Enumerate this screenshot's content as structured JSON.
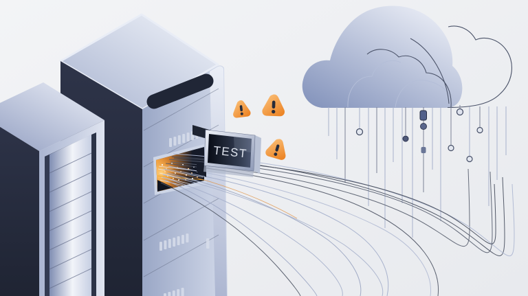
{
  "scene": {
    "title": "Isometric illustration of server towers sending test data through cables to a cloud",
    "screen_label": "TEST"
  },
  "icons": {
    "servers": "server-tower-icon",
    "cloud": "cloud-icon",
    "warnings": [
      "warning-triangle-icon",
      "warning-triangle-icon",
      "warning-triangle-icon"
    ],
    "port": "glowing-port-icon",
    "nodes": [
      "ring-node-icon",
      "sphere-node-icon",
      "capsule-node-icon"
    ]
  },
  "counts": {
    "warning_triangles": 3
  },
  "colors": {
    "background": "#eef0f3",
    "tower_dark_face": "#232938",
    "tower_top_light": "#f1f4fa",
    "tower_right_face": "#c3cce0",
    "accent_orange": "#f0913a",
    "glow_core": "#ffd584",
    "warning_fill_light": "#fcc57f",
    "warning_fill_deep": "#ec8527",
    "exclamation": "#262b3a",
    "cloud_fill_dark": "#8191ba",
    "cloud_fill_light": "#eceff7",
    "cloud_outline_dark": "#4a5268",
    "cloud_outline_light": "#b4bed8",
    "cable_dark": "#51586a",
    "cable_light": "#a7b1cc",
    "screen_bg": "#0b0f1b",
    "screen_text": "#dde2ec"
  }
}
